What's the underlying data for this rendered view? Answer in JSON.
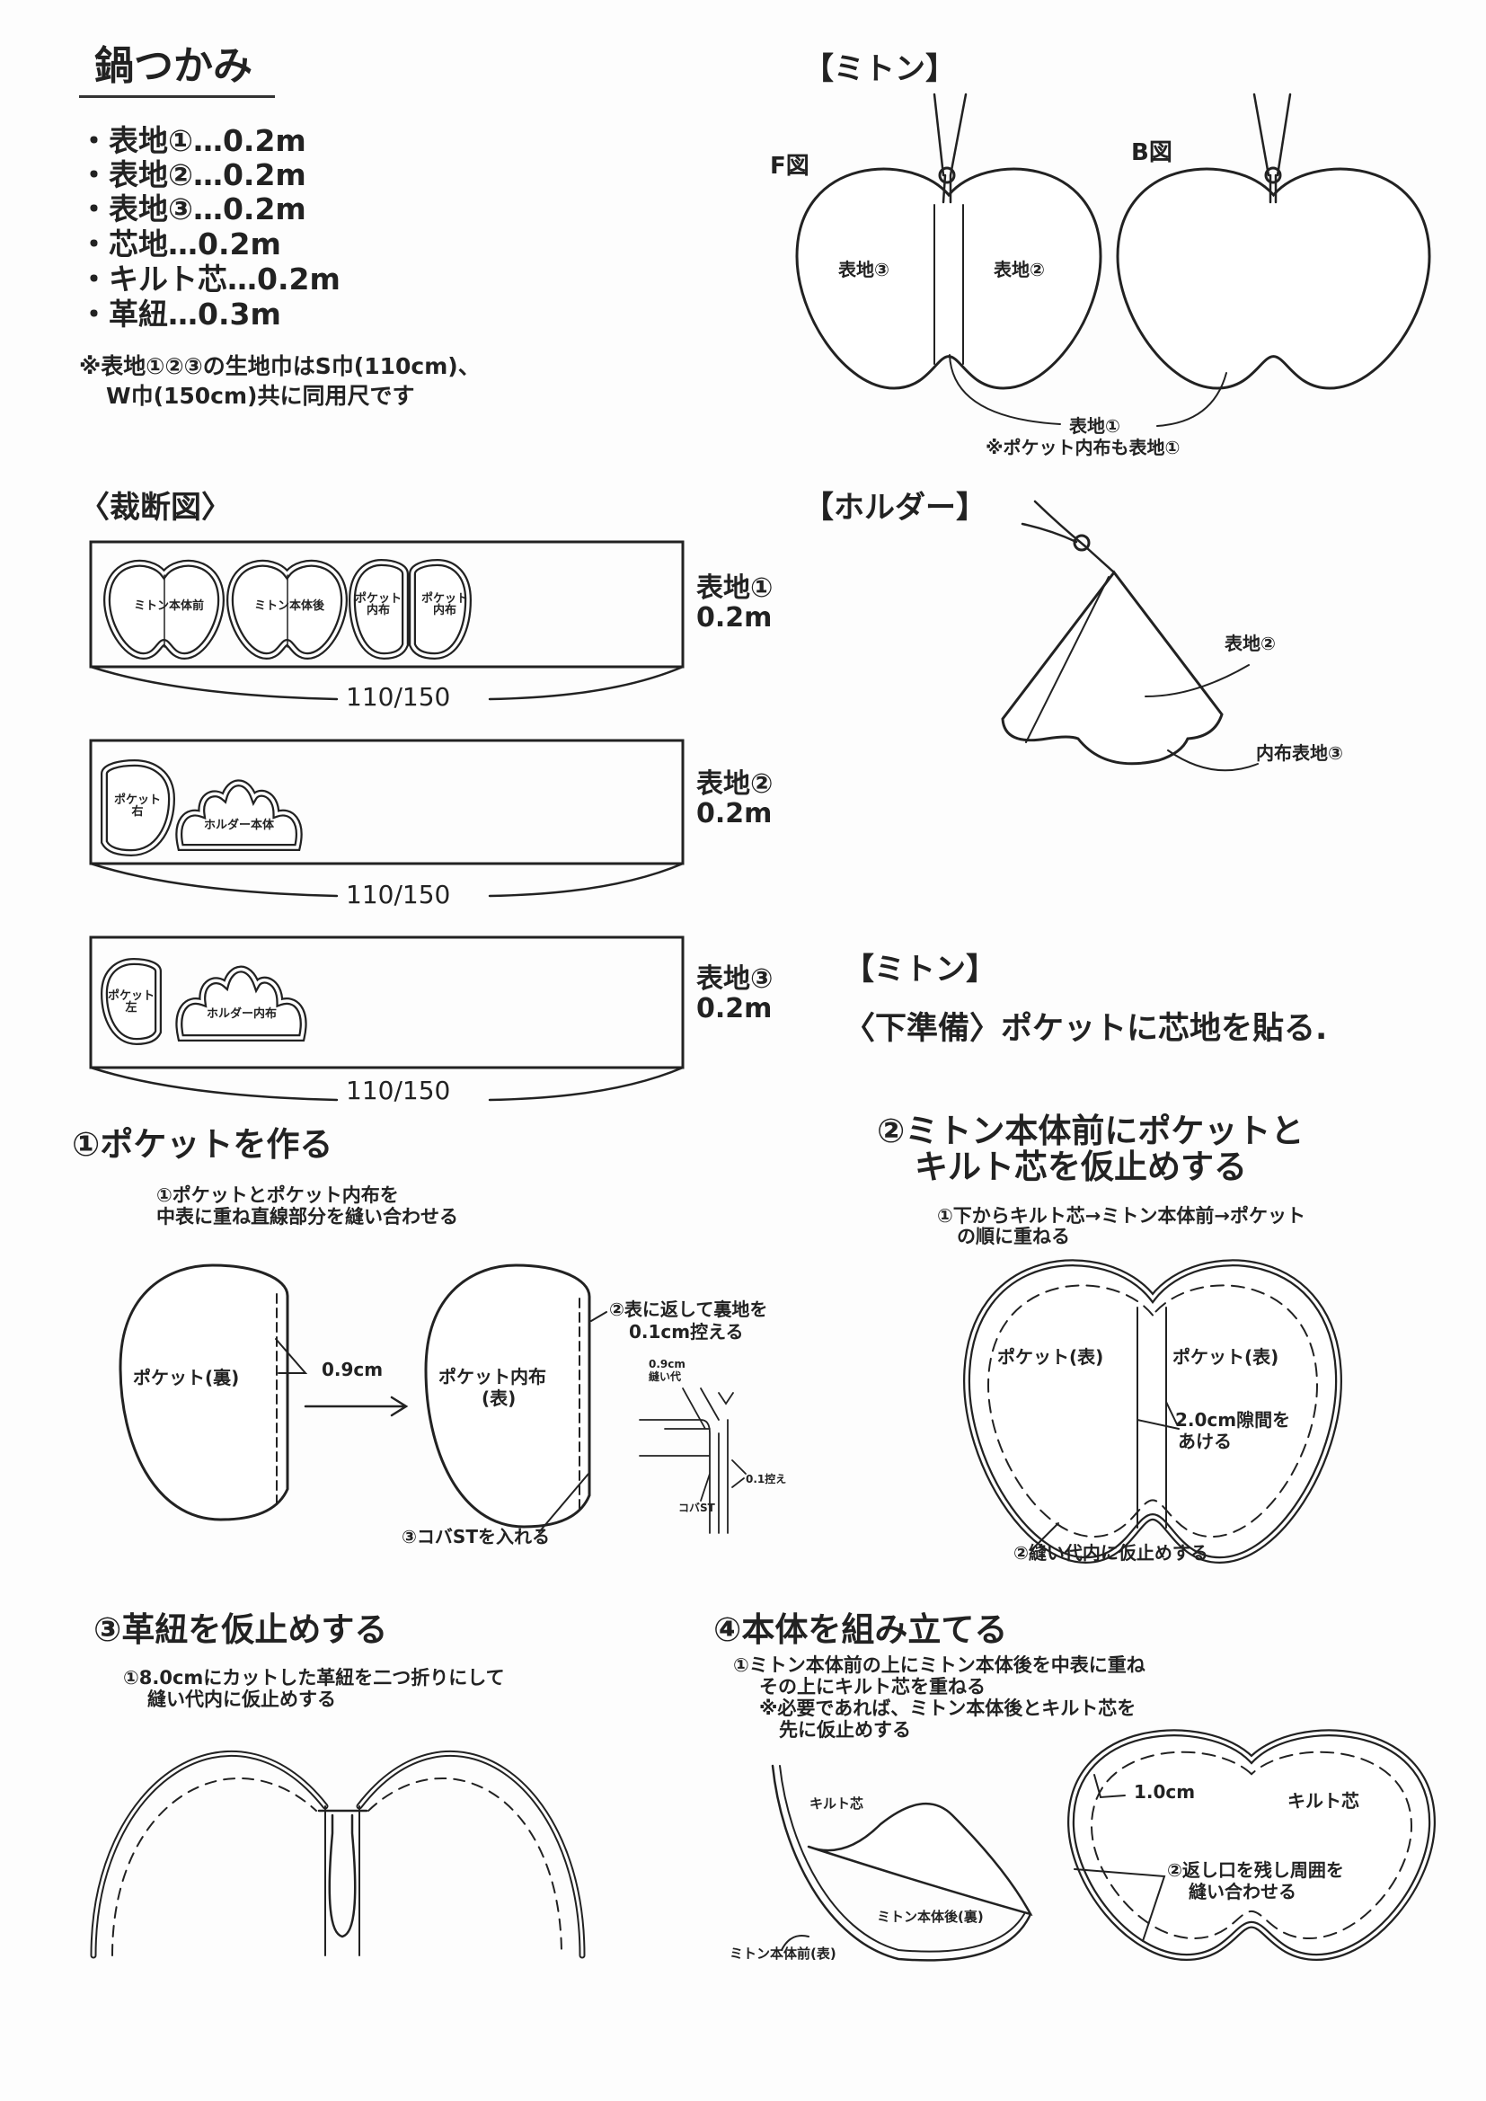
{
  "title": "鍋つかみ",
  "materials": [
    "・表地①…0.2m",
    "・表地②…0.2m",
    "・表地③…0.2m",
    "・芯地…0.2m",
    "・キルト芯…0.2m",
    "・革紐…0.3m"
  ],
  "note": [
    "※表地①②③の生地巾はS巾(110cm)、",
    "W巾(150cm)共に同用尺です"
  ],
  "cutting": {
    "heading": "〈裁断図〉",
    "width_label": "110/150",
    "boxes": [
      {
        "fabric": "表地①",
        "length": "0.2m",
        "pieces": [
          "ミトン本体前",
          "ミトン本体後",
          "ポケット\n内布",
          "ポケット\n内布"
        ]
      },
      {
        "fabric": "表地②",
        "length": "0.2m",
        "pieces": [
          "ポケット\n右",
          "ホルダー本体"
        ]
      },
      {
        "fabric": "表地③",
        "length": "0.2m",
        "pieces": [
          "ポケット\n左",
          "ホルダー内布"
        ]
      }
    ]
  },
  "mitten_overview": {
    "heading": "【ミトン】",
    "f_label": "F図",
    "b_label": "B図",
    "left_fabric": "表地③",
    "right_fabric": "表地②",
    "bottom_fabric": "表地①",
    "pocket_note": "※ポケット内布も表地①"
  },
  "holder": {
    "heading": "【ホルダー】",
    "outer": "表地②",
    "inner": "内布表地③"
  },
  "mitten_steps": {
    "heading": "【ミトン】",
    "prep": "〈下準備〉ポケットに芯地を貼る."
  },
  "step1": {
    "heading": "①ポケットを作る",
    "instr": [
      "①ポケットとポケット内布を",
      "中表に重ね直線部分を縫い合わせる"
    ],
    "pocket_back": "ポケット(裏)",
    "seam": "0.9cm",
    "pocket_lining": "ポケット内布",
    "pocket_lining_face": "(表)",
    "turn": [
      "②表に返して裏地を",
      "0.1cm控える"
    ],
    "edge_stitch": "③コバSTを入れる",
    "detail_seam": [
      "0.9cm",
      "縫い代"
    ],
    "detail_offset": "0.1控え",
    "detail_st": "コバST"
  },
  "step2": {
    "heading": [
      "②ミトン本体前にポケットと",
      "キルト芯を仮止めする"
    ],
    "instr": [
      "①下からキルト芯→ミトン本体前→ポケット",
      "の順に重ねる"
    ],
    "pocket_left": "ポケット(表)",
    "pocket_right": "ポケット(表)",
    "gap": [
      "2.0cm隙間を",
      "あける"
    ],
    "baste": "②縫い代内に仮止めする"
  },
  "step3": {
    "heading": "③革紐を仮止めする",
    "instr": [
      "①8.0cmにカットした革紐を二つ折りにして",
      "縫い代内に仮止めする"
    ]
  },
  "step4": {
    "heading": "④本体を組み立てる",
    "instr": [
      "①ミトン本体前の上にミトン本体後を中表に重ね",
      "その上にキルト芯を重ねる",
      "※必要であれば、ミトン本体後とキルト芯を",
      "先に仮止めする"
    ],
    "quilt": "キルト芯",
    "back": "ミトン本体後(裏)",
    "front": "ミトン本体前(表)",
    "seam": "1.0cm",
    "quilt2": "キルト芯",
    "sew": [
      "②返し口を残し周囲を",
      "縫い合わせる"
    ]
  }
}
